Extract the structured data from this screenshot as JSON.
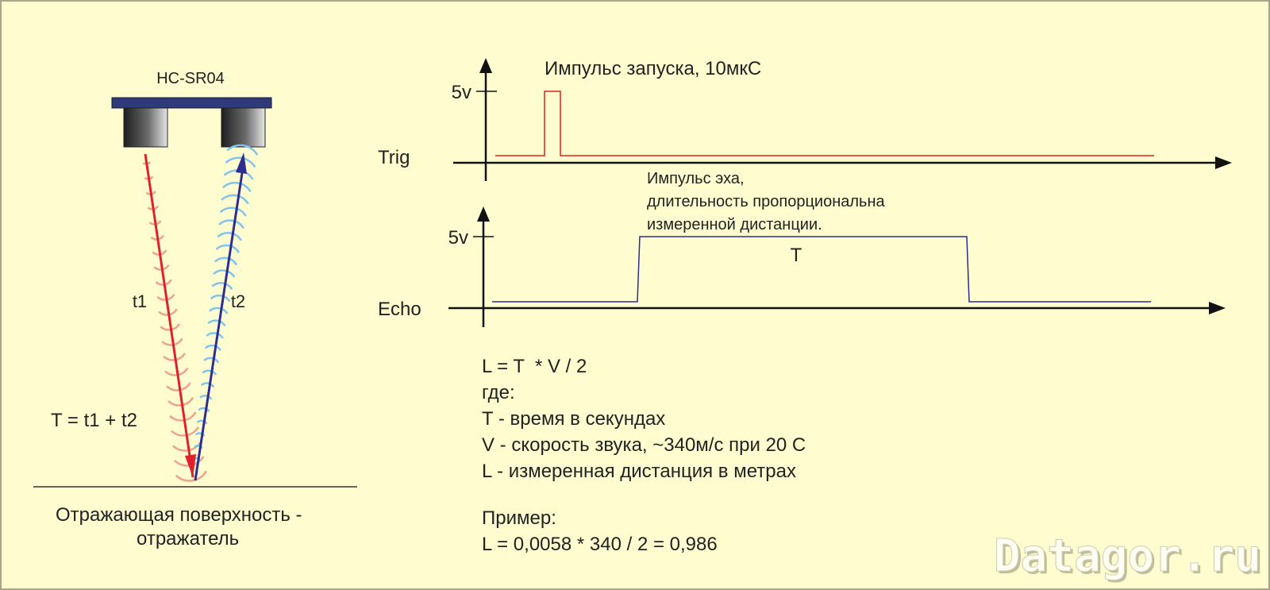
{
  "left": {
    "sensor_label": "HC-SR04",
    "t1_label": "t1",
    "t2_label": "t2",
    "formula": "T = t1 + t2",
    "surface_line1": "Отражающая поверхность -",
    "surface_line2": "отражатель"
  },
  "trig": {
    "axis_label": "Trig",
    "level_label": "5v",
    "caption": "Импульс запуска, 10мкС"
  },
  "echo": {
    "axis_label": "Echo",
    "level_label": "5v",
    "caption_line1": "Импульс эха,",
    "caption_line2": "длительность пропорциональна",
    "caption_line3": "измеренной дистанции.",
    "pulse_label": "T"
  },
  "explanation": {
    "formula": "L = T  * V / 2",
    "where": "где:",
    "def_t": "T - время в секундах",
    "def_v": "V - скорость звука, ~340м/с при 20 С",
    "def_l": "L - измеренная дистанция в метрах",
    "example_title": "Пример:",
    "example": "L = 0,0058 * 340 / 2 = 0,986"
  },
  "watermark": "Datagor.ru",
  "colors": {
    "background": "#fffdd0",
    "trig_signal": "#e02020",
    "echo_signal": "#2c2c8c",
    "outgoing_arrow": "#e0202a",
    "return_arrow": "#2e2e8e",
    "outgoing_waves": "#f0a090",
    "return_waves": "#7ec4ee",
    "sensor_bar": "#2e3a7a"
  }
}
